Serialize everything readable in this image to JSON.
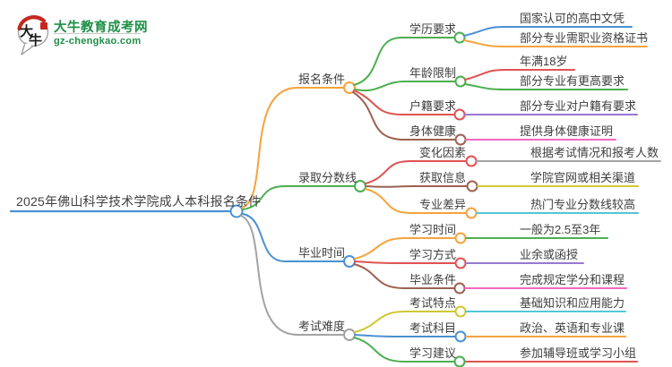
{
  "logo": {
    "icon_text": "大牛",
    "site_name": "大牛教育成考网",
    "site_url": "gz-chengkao.com"
  },
  "mindmap": {
    "root": "2025年佛山科学技术学院成人本科报名条件",
    "branches": [
      {
        "label": "报名条件",
        "children": [
          {
            "label": "学历要求",
            "leaves": [
              "国家认可的高中文凭",
              "部分专业需职业资格证书"
            ]
          },
          {
            "label": "年龄限制",
            "leaves": [
              "年满18岁",
              "部分专业有更高要求"
            ]
          },
          {
            "label": "户籍要求",
            "leaves": [
              "部分专业对户籍有要求"
            ]
          },
          {
            "label": "身体健康",
            "leaves": [
              "提供身体健康证明"
            ]
          }
        ]
      },
      {
        "label": "录取分数线",
        "children": [
          {
            "label": "变化因素",
            "leaves": [
              "根据考试情况和报考人数"
            ]
          },
          {
            "label": "获取信息",
            "leaves": [
              "学院官网或相关渠道"
            ]
          },
          {
            "label": "专业差异",
            "leaves": [
              "热门专业分数线较高"
            ]
          }
        ]
      },
      {
        "label": "毕业时间",
        "children": [
          {
            "label": "学习时间",
            "leaves": [
              "一般为2.5至3年"
            ]
          },
          {
            "label": "学习方式",
            "leaves": [
              "业余或函授"
            ]
          },
          {
            "label": "毕业条件",
            "leaves": [
              "完成规定学分和课程"
            ]
          }
        ]
      },
      {
        "label": "考试难度",
        "children": [
          {
            "label": "考试特点",
            "leaves": [
              "基础知识和应用能力"
            ]
          },
          {
            "label": "考试科目",
            "leaves": [
              "政治、英语和专业课"
            ]
          },
          {
            "label": "学习建议",
            "leaves": [
              "参加辅导班或学习小组"
            ]
          }
        ]
      }
    ]
  },
  "colors": {
    "orange": "#f5a33d",
    "green": "#4caf50",
    "blue": "#4a90d2",
    "red": "#e05252",
    "brown": "#9e6052",
    "gray": "#a3a3a3",
    "purple": "#9678d2",
    "pink": "#f468c0",
    "cyan": "#53c6d9",
    "olive": "#cfc832",
    "brand_green": "#1d8f46",
    "seal_red": "#c4281f",
    "text": "#3e3e3e"
  }
}
